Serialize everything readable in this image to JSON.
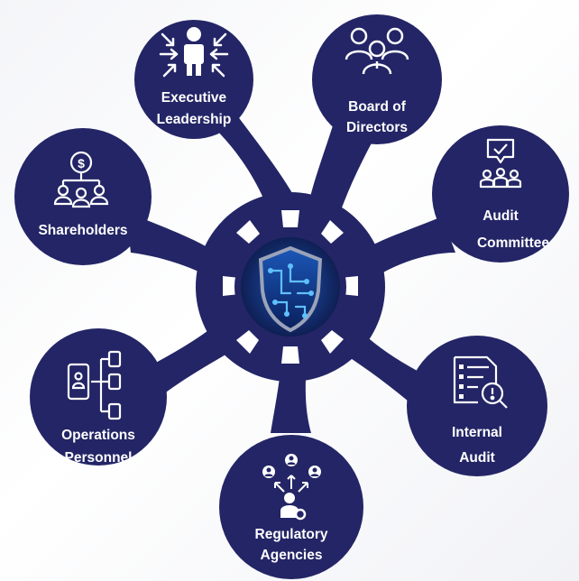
{
  "colors": {
    "node": "#232566",
    "ring_gap": "#ffffff",
    "shield_outline": "#9aa3b8",
    "shield_glow": "#3fa9f5"
  },
  "center": {
    "icon": "shield-circuit-icon"
  },
  "nodes": {
    "executive": {
      "line1": "Executive",
      "line2": "Leadership",
      "icon": "executive-focus-icon"
    },
    "board": {
      "line1": "Board of",
      "line2": "Directors",
      "icon": "board-group-icon"
    },
    "shareholders": {
      "line1": "Shareholders",
      "icon": "shareholders-icon"
    },
    "audit_committee": {
      "line1": "Audit",
      "line2": "Committee",
      "icon": "audit-committee-icon"
    },
    "operations": {
      "line1": "Operations",
      "line2": "Personnel",
      "icon": "operations-network-icon"
    },
    "internal_audit": {
      "line1": "Internal",
      "line2": "Audit",
      "icon": "audit-report-icon"
    },
    "regulatory": {
      "line1": "Regulatory",
      "line2": "Agencies",
      "icon": "regulatory-network-icon"
    }
  }
}
